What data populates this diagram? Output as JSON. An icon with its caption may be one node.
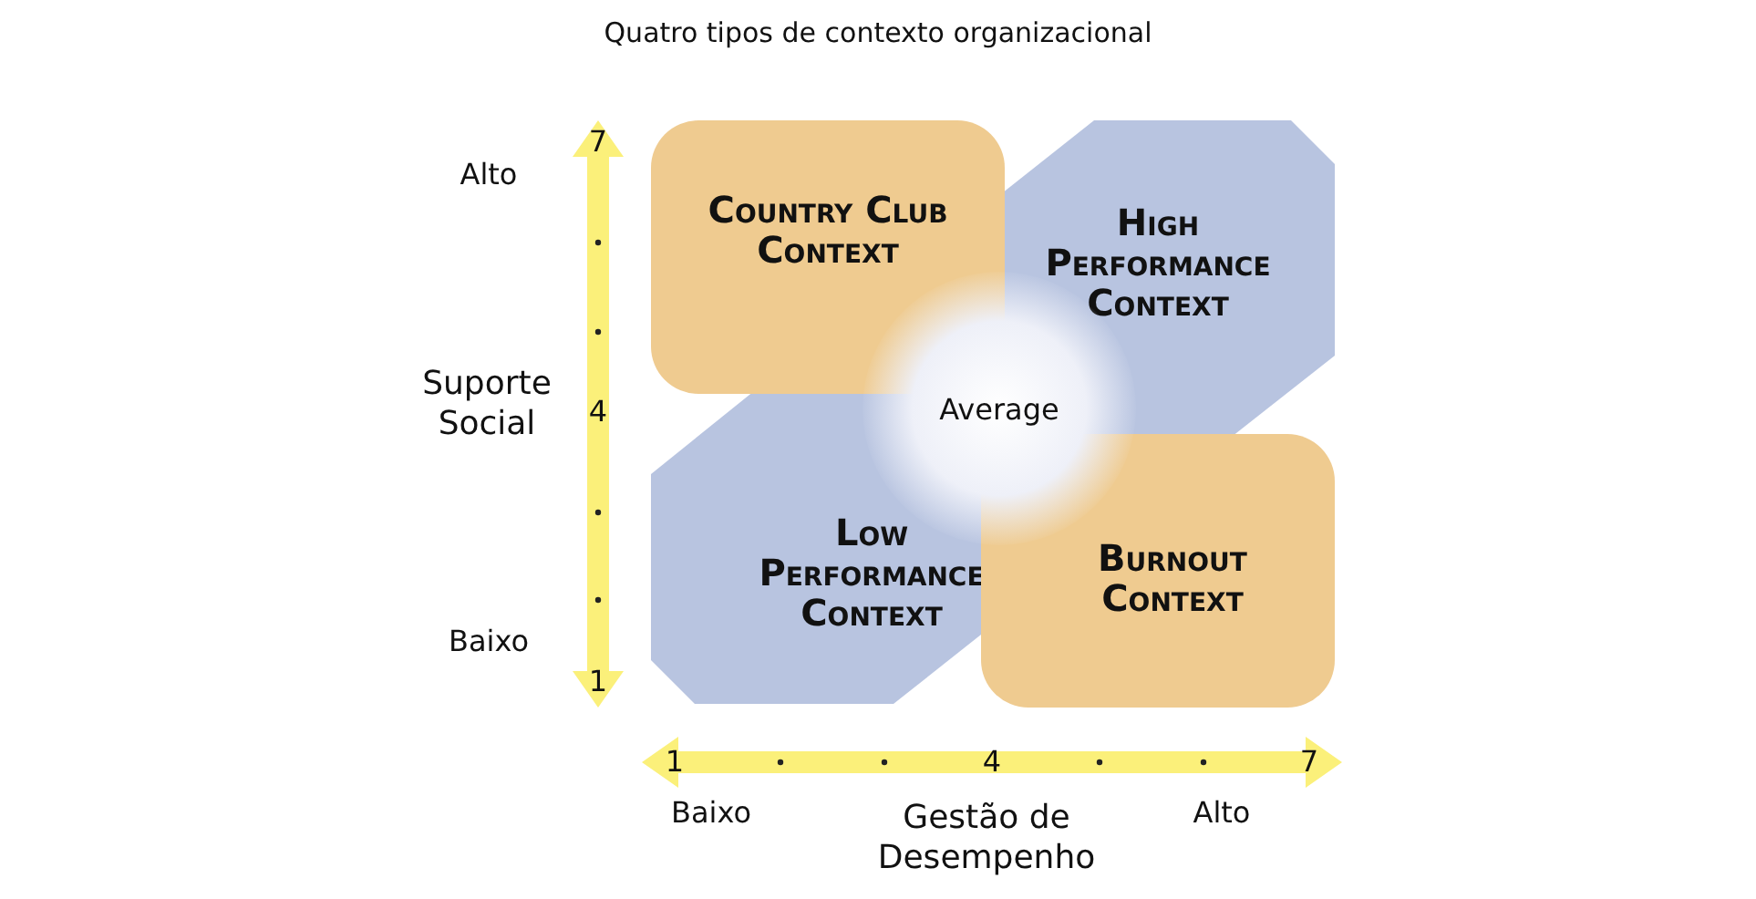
{
  "diagram": {
    "title": "Quatro tipos de contexto organizacional",
    "nodes": [
      {
        "text": [
          "Country Club Context"
        ]
      },
      {
        "text": [
          "High Performance Context"
        ]
      },
      {
        "text": [
          "Average"
        ]
      },
      {
        "text": [
          "Low Performance Context"
        ]
      },
      {
        "text": [
          "Burnout Context"
        ]
      }
    ],
    "labels": [
      "Alto",
      "7",
      "Suporte Social",
      "4",
      "Baixo",
      "1",
      "1",
      "4",
      "7",
      "Baixo",
      "Gestão de Desempenho",
      "Alto"
    ]
  }
}
